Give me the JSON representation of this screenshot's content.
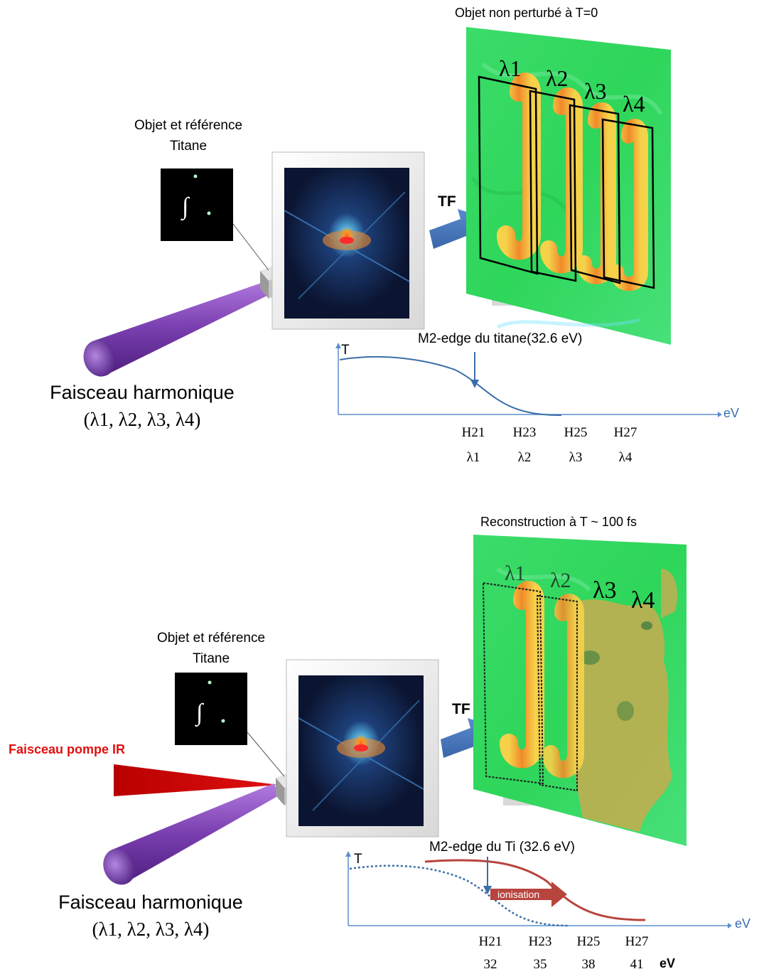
{
  "top": {
    "title": "Objet non perturbé à T=0",
    "object_label_line1": "Objet et référence",
    "object_label_line2": "Titane",
    "integral_glyph": "∫",
    "tf_label": "TF",
    "beam_label_line1": "Faisceau harmonique",
    "beam_label_line2": "(λ1, λ2, λ3, λ4)",
    "wavelength_boxes": [
      "λ1",
      "λ2",
      "λ3",
      "λ4"
    ],
    "edge_label": "M2-edge du titane(32.6 eV)",
    "t_axis": "T",
    "ev_axis": "eV",
    "harmonics": [
      "H21",
      "H23",
      "H25",
      "H27"
    ],
    "wavelengths": [
      "λ1",
      "λ2",
      "λ3",
      "λ4"
    ]
  },
  "bottom": {
    "title": "Reconstruction à T ~ 100 fs",
    "object_label_line1": "Objet et référence",
    "object_label_line2": "Titane",
    "integral_glyph": "∫",
    "tf_label": "TF",
    "pump_label": "Faisceau pompe IR",
    "beam_label_line1": "Faisceau harmonique",
    "beam_label_line2": "(λ1, λ2, λ3, λ4)",
    "wavelength_boxes": [
      "λ1",
      "λ2",
      "λ3",
      "λ4"
    ],
    "edge_label": "M2-edge du Ti (32.6 eV)",
    "ionisation_label": "ionisation",
    "t_axis": "T",
    "ev_axis": "eV",
    "harmonics": [
      "H21",
      "H23",
      "H25",
      "H27"
    ],
    "energies": [
      "32",
      "35",
      "38",
      "41"
    ],
    "energy_unit": "eV"
  },
  "colors": {
    "beam_purple": "#7a3fb0",
    "pump_red": "#cc0000",
    "arrow_blue": "#4a78b8",
    "axis_blue": "#5b8fd0",
    "curve_blue": "#3b6ea8",
    "curve_red": "#b8443e",
    "field_green": "#2ed65a",
    "hot_orange": "#f28a2a"
  }
}
